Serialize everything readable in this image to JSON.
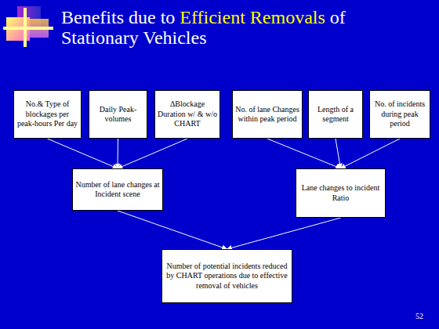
{
  "diagram": {
    "title": "Benefits due to Efficient Removals of Stationary Vehicles",
    "nodes": [
      {
        "text": [
          "No.& Type of blockages per peak-hours Per day"
        ]
      },
      {
        "text": [
          "Daily Peak-volumes"
        ]
      },
      {
        "text": [
          "ΔBlockage Duration w/ & w/o CHART"
        ]
      },
      {
        "text": [
          "No. of lane Changes within peak period"
        ]
      },
      {
        "text": [
          "Length of a segment"
        ]
      },
      {
        "text": [
          "No. of incidents during peak period"
        ]
      },
      {
        "text": [
          "Number of lane changes at Incident scene"
        ]
      },
      {
        "text": [
          "Lane changes to incident Ratio"
        ]
      },
      {
        "text": [
          "Number of potential incidents reduced by CHART operations due to effective removal of vehicles"
        ]
      }
    ],
    "edges": [
      {
        "from": 0,
        "to": 6,
        "arrow": "to"
      },
      {
        "from": 1,
        "to": 6,
        "arrow": "to"
      },
      {
        "from": 2,
        "to": 6,
        "arrow": "to"
      },
      {
        "from": 3,
        "to": 7,
        "arrow": "to"
      },
      {
        "from": 4,
        "to": 7,
        "arrow": "to"
      },
      {
        "from": 5,
        "to": 7,
        "arrow": "to"
      },
      {
        "from": 6,
        "to": 8,
        "arrow": "to"
      },
      {
        "from": 7,
        "to": 8,
        "arrow": "to"
      }
    ],
    "labels": [
      "52"
    ]
  }
}
